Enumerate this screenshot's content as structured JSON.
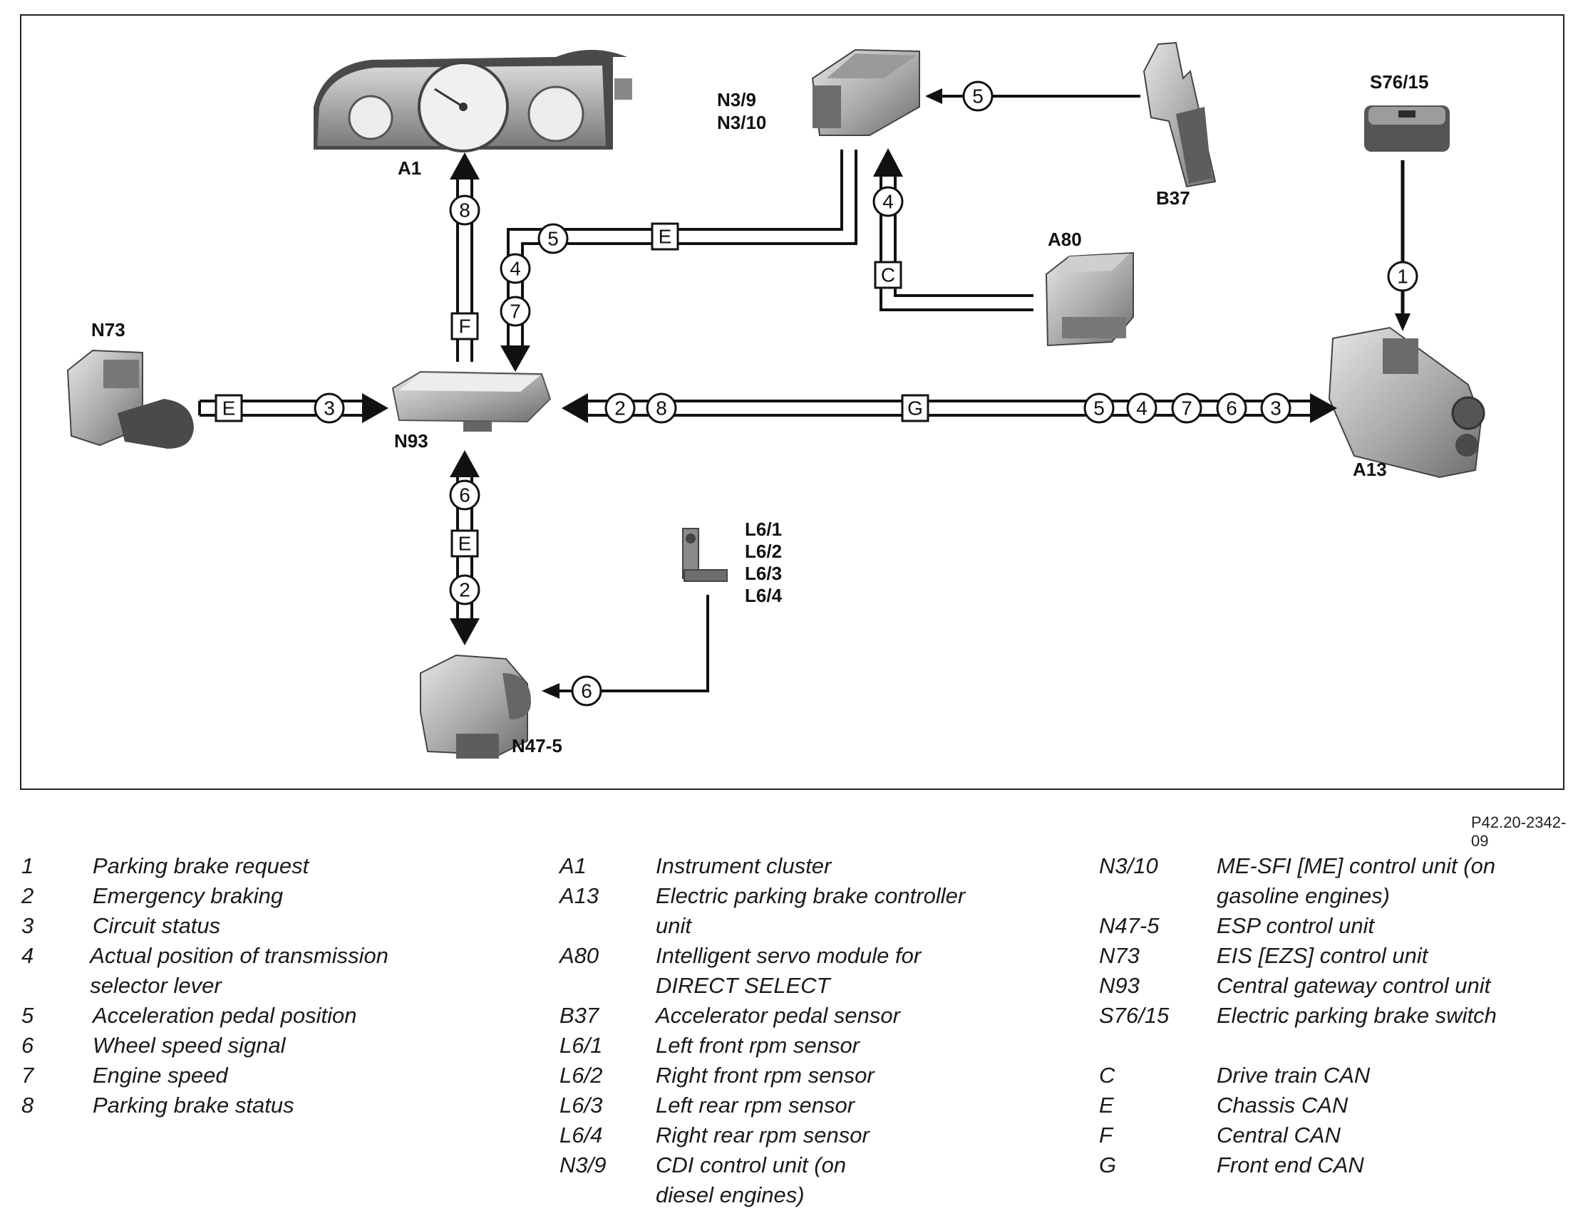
{
  "components": {
    "A1": "A1",
    "N3": [
      "N3/9",
      "N3/10"
    ],
    "B37": "B37",
    "S76_15": "S76/15",
    "A80": "A80",
    "N73": "N73",
    "N93": "N93",
    "A13": "A13",
    "L6": [
      "L6/1",
      "L6/2",
      "L6/3",
      "L6/4"
    ],
    "N47_5": "N47-5"
  },
  "signals": {
    "n1": "1",
    "n2": "2",
    "n3": "3",
    "n4": "4",
    "n5": "5",
    "n6": "6",
    "n7": "7",
    "n8": "8"
  },
  "buses": {
    "C": "C",
    "E": "E",
    "F": "F",
    "G": "G"
  },
  "reference_code": "P42.20-2342-09",
  "legend": {
    "col1": [
      {
        "key": "1",
        "desc": "Parking brake request"
      },
      {
        "key": "2",
        "desc": "Emergency braking"
      },
      {
        "key": "3",
        "desc": "Circuit status"
      },
      {
        "key": "4",
        "desc": "Actual position of transmission selector lever"
      },
      {
        "key": "5",
        "desc": "Acceleration pedal position"
      },
      {
        "key": "6",
        "desc": "Wheel speed signal"
      },
      {
        "key": "7",
        "desc": "Engine speed"
      },
      {
        "key": "8",
        "desc": "Parking brake status"
      }
    ],
    "col2": [
      {
        "key": "A1",
        "desc": "Instrument cluster"
      },
      {
        "key": "A13",
        "desc": "Electric parking brake controller unit"
      },
      {
        "key": "A80",
        "desc": "Intelligent servo module for DIRECT SELECT"
      },
      {
        "key": "B37",
        "desc": "Accelerator pedal sensor"
      },
      {
        "key": "L6/1",
        "desc": "Left front rpm sensor"
      },
      {
        "key": "L6/2",
        "desc": "Right front rpm sensor"
      },
      {
        "key": "L6/3",
        "desc": "Left rear rpm sensor"
      },
      {
        "key": "L6/4",
        "desc": "Right rear rpm sensor"
      },
      {
        "key": "N3/9",
        "desc": "CDI control unit (on diesel engines)"
      }
    ],
    "col3": [
      {
        "key": "N3/10",
        "desc": "ME-SFI [ME] control unit (on gasoline engines)"
      },
      {
        "key": "N47-5",
        "desc": "ESP control unit"
      },
      {
        "key": "N73",
        "desc": "EIS [EZS] control unit"
      },
      {
        "key": "N93",
        "desc": "Central gateway control unit"
      },
      {
        "key": "S76/15",
        "desc": "Electric parking brake switch"
      }
    ],
    "col3_bus": [
      {
        "key": "C",
        "desc": "Drive train CAN"
      },
      {
        "key": "E",
        "desc": "Chassis CAN"
      },
      {
        "key": "F",
        "desc": "Central CAN"
      },
      {
        "key": "G",
        "desc": "Front end CAN"
      }
    ]
  }
}
